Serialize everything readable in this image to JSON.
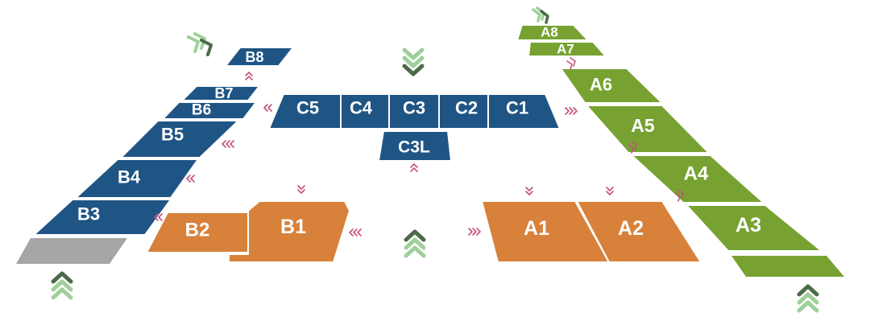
{
  "colors": {
    "blue": "#1f5585",
    "green": "#77a232",
    "orange": "#d8813a",
    "gray": "#a6a6a6",
    "arrow_small": "#c4517c",
    "arrow_light": "#9fcf9a",
    "arrow_dark": "#4c6b48"
  },
  "icons": {
    "flow_arrow": "double-chevron-icon",
    "entry_arrow": "double-chevron-icon"
  },
  "zones": {
    "c": [
      {
        "id": "c5",
        "label": "C5"
      },
      {
        "id": "c4",
        "label": "C4"
      },
      {
        "id": "c3",
        "label": "C3"
      },
      {
        "id": "c2",
        "label": "C2"
      },
      {
        "id": "c1",
        "label": "C1"
      },
      {
        "id": "c3l",
        "label": "C3L"
      }
    ],
    "b": [
      {
        "id": "b8",
        "label": "B8"
      },
      {
        "id": "b7",
        "label": "B7"
      },
      {
        "id": "b6",
        "label": "B6"
      },
      {
        "id": "b5",
        "label": "B5"
      },
      {
        "id": "b4",
        "label": "B4"
      },
      {
        "id": "b3",
        "label": "B3"
      },
      {
        "id": "b2",
        "label": "B2"
      },
      {
        "id": "b1",
        "label": "B1"
      }
    ],
    "a": [
      {
        "id": "a8",
        "label": "A8"
      },
      {
        "id": "a7",
        "label": "A7"
      },
      {
        "id": "a6",
        "label": "A6"
      },
      {
        "id": "a5",
        "label": "A5"
      },
      {
        "id": "a4",
        "label": "A4"
      },
      {
        "id": "a3",
        "label": "A3"
      },
      {
        "id": "a1",
        "label": "A1"
      },
      {
        "id": "a2",
        "label": "A2"
      }
    ]
  }
}
